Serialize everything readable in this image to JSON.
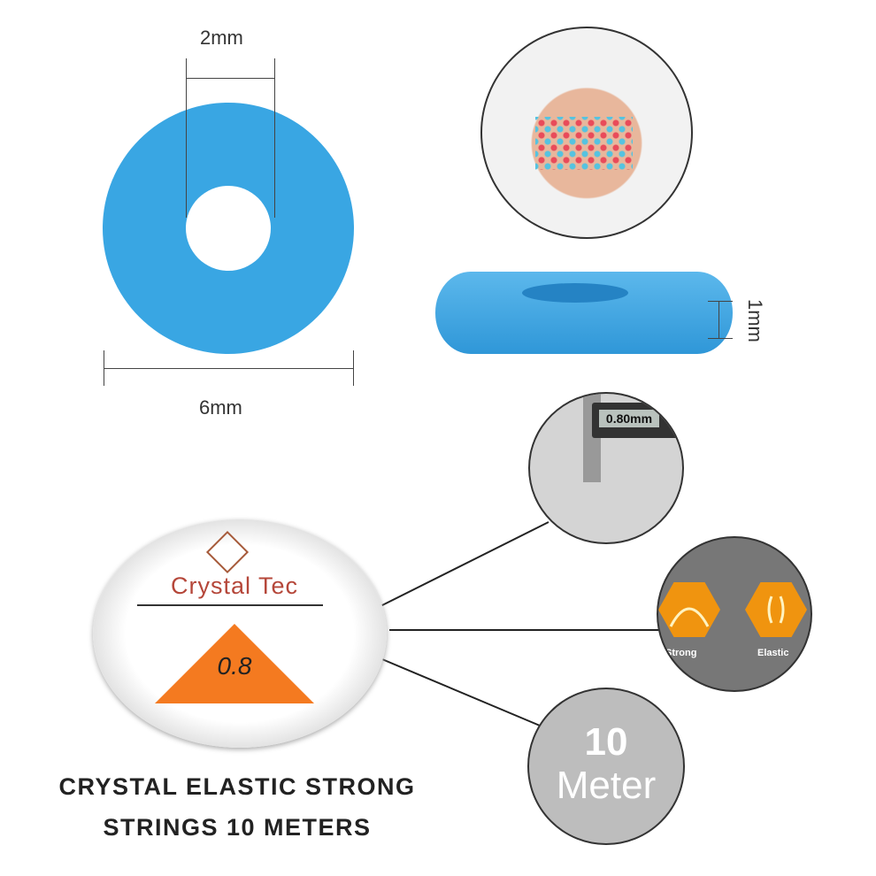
{
  "dimensions": {
    "hole": "2mm",
    "outer": "6mm",
    "thickness": "1mm"
  },
  "spool": {
    "brand": "Crystal Tec",
    "size": "0.8"
  },
  "caliper": {
    "reading": "0.80mm"
  },
  "features": {
    "strong": "Strong",
    "elastic": "Elastic"
  },
  "length": {
    "number": "10",
    "unit": "Meter"
  },
  "caption": {
    "line1": "CRYSTAL ELASTIC STRONG",
    "line2": "STRINGS 10 METERS"
  },
  "colors": {
    "bead": "#39a6e3",
    "accent": "#f0940f",
    "spool_label": "#f47a20"
  }
}
